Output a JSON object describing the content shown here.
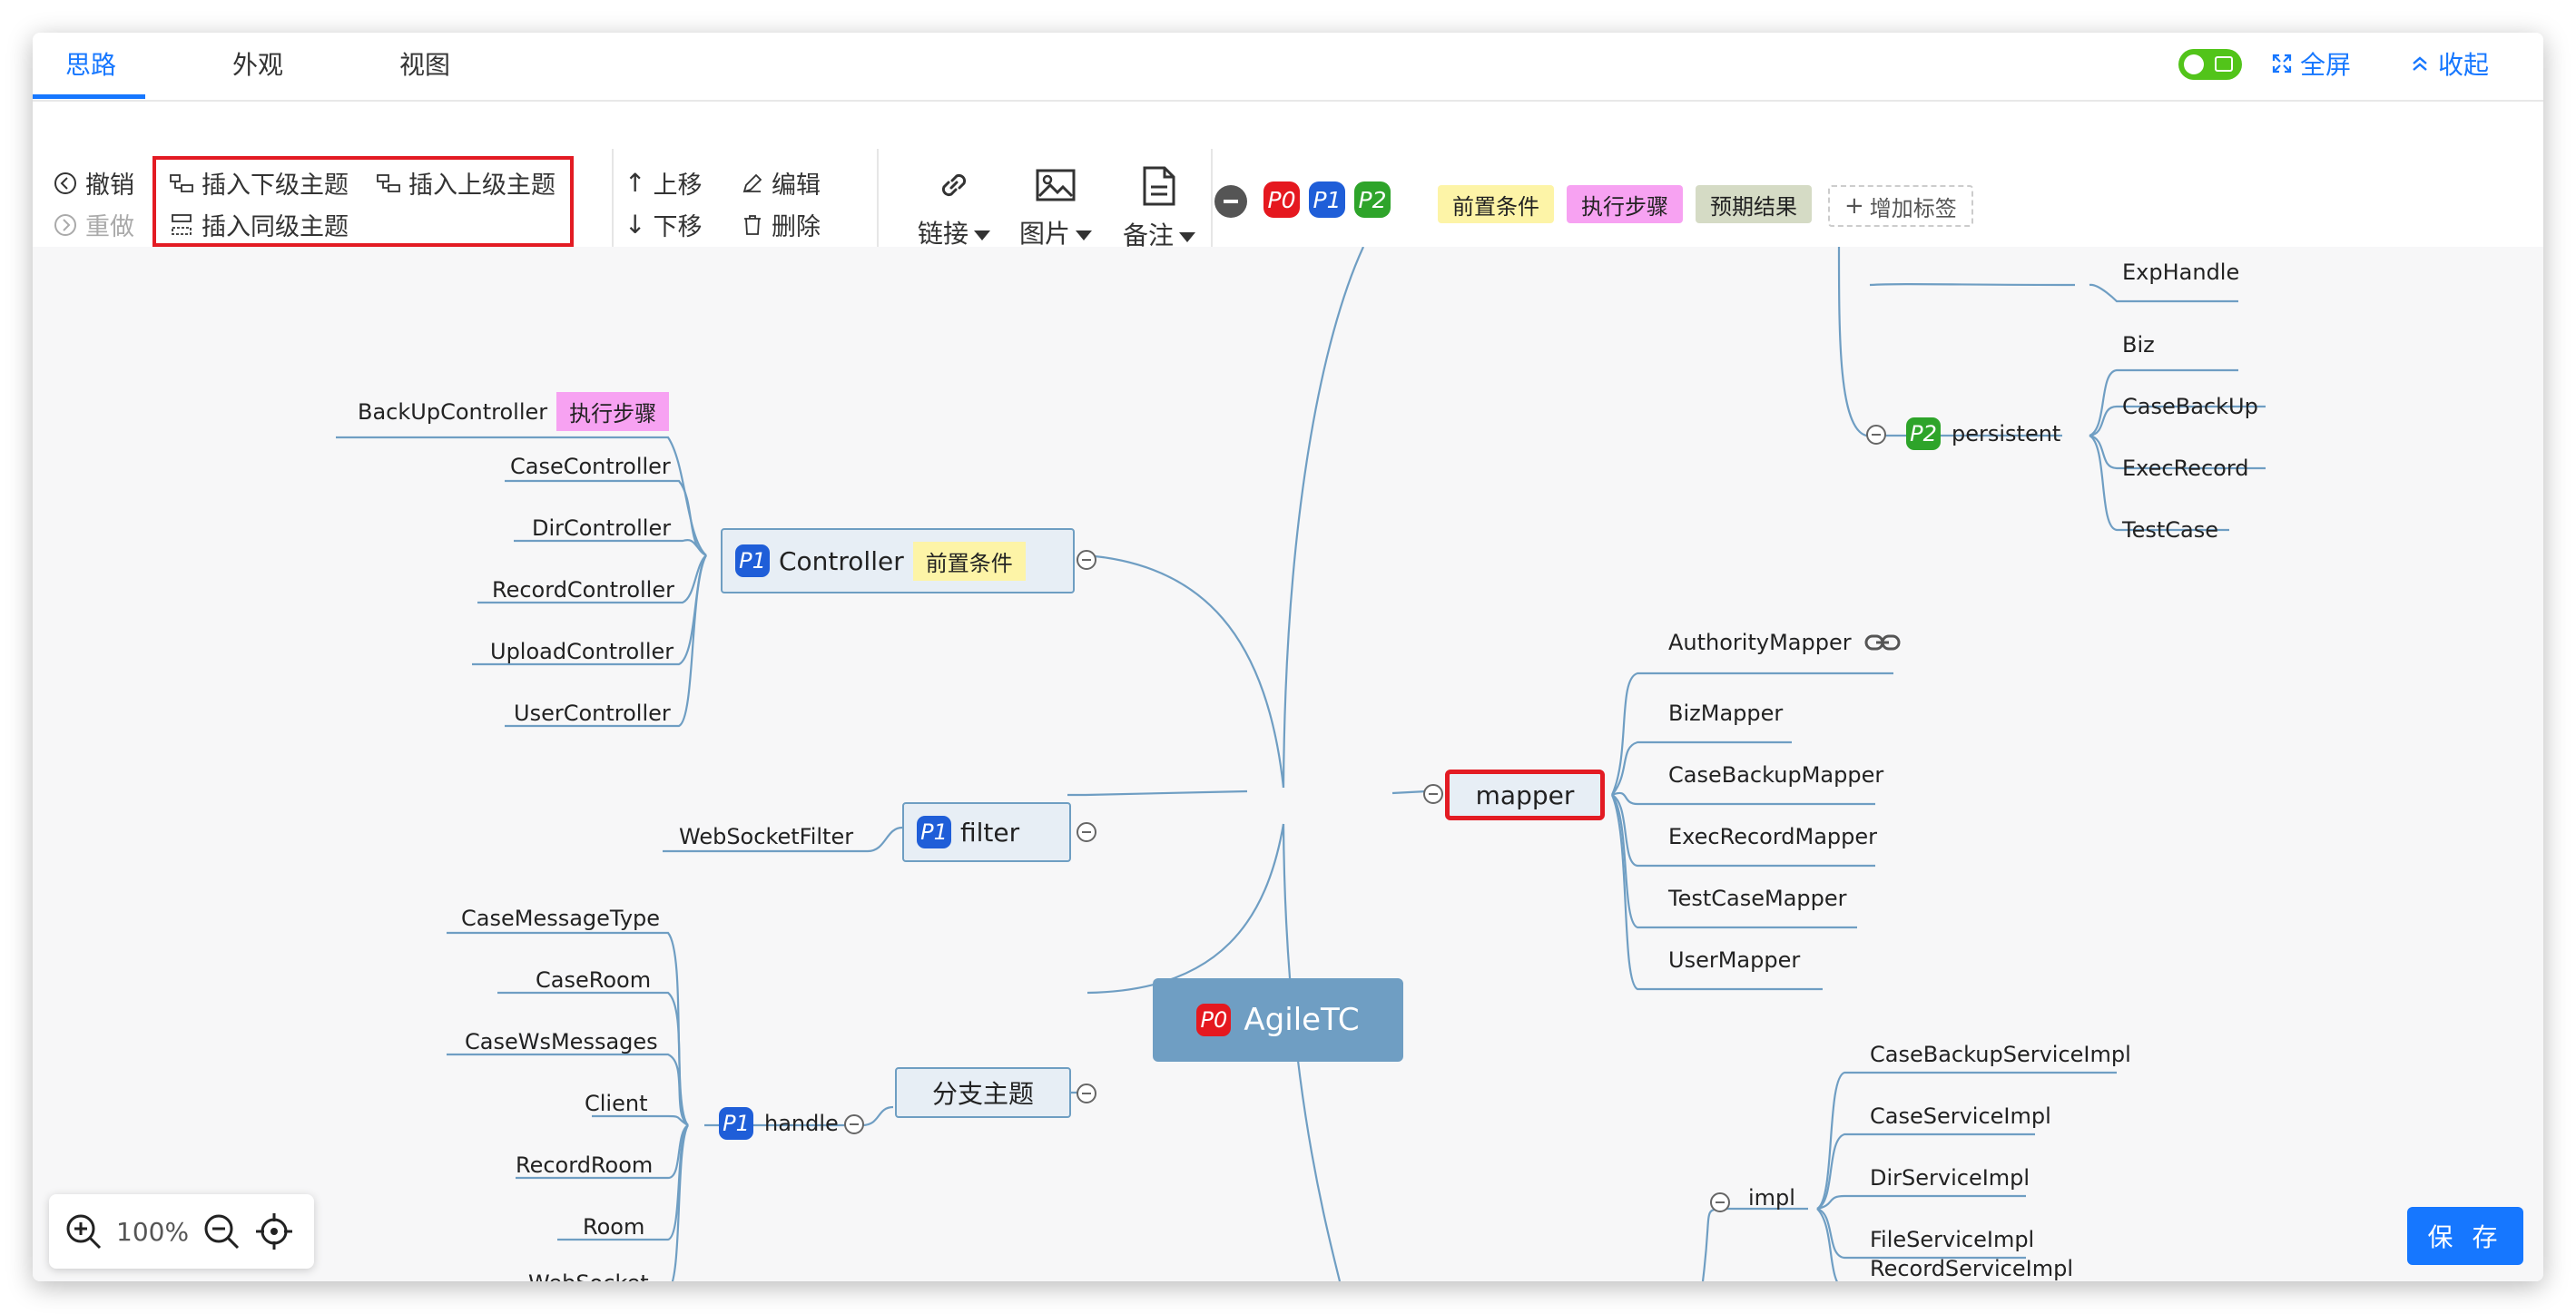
{
  "tabs": [
    {
      "label": "思路",
      "active": true
    },
    {
      "label": "外观",
      "active": false
    },
    {
      "label": "视图",
      "active": false
    }
  ],
  "header_right": {
    "fullscreen": "全屏",
    "collapse": "收起"
  },
  "toolbar": {
    "undo": "撤销",
    "redo": "重做",
    "insert_child": "插入下级主题",
    "insert_parent": "插入上级主题",
    "insert_sibling": "插入同级主题",
    "move_up": "上移",
    "move_down": "下移",
    "edit": "编辑",
    "delete": "删除",
    "link": "链接",
    "image": "图片",
    "note": "备注",
    "priorities": [
      "P0",
      "P1",
      "P2"
    ],
    "tags": [
      "前置条件",
      "执行步骤",
      "预期结果"
    ],
    "add_tag": "增加标签"
  },
  "colors": {
    "accent": "#1677ff",
    "p0": "#e5181f",
    "p1": "#1f5ed8",
    "p2": "#2ea42a",
    "tag_precondition": "#fdf4a7",
    "tag_steps": "#f7a2f2",
    "tag_expected": "#d5dbc5",
    "selection": "#e31b23"
  },
  "mindmap": {
    "root": {
      "priority": "P0",
      "label": "AgileTC"
    },
    "controller": {
      "priority": "P1",
      "label": "Controller",
      "tag": "前置条件",
      "children": [
        {
          "label": "BackUpController",
          "tag": "执行步骤"
        },
        {
          "label": "CaseController"
        },
        {
          "label": "DirController"
        },
        {
          "label": "RecordController"
        },
        {
          "label": "UploadController"
        },
        {
          "label": "UserController"
        }
      ]
    },
    "filter": {
      "priority": "P1",
      "label": "filter",
      "children": [
        {
          "label": "WebSocketFilter"
        }
      ]
    },
    "branch": {
      "label": "分支主题",
      "handle": {
        "priority": "P1",
        "label": "handle",
        "children": [
          {
            "label": "CaseMessageType"
          },
          {
            "label": "CaseRoom"
          },
          {
            "label": "CaseWsMessages"
          },
          {
            "label": "Client"
          },
          {
            "label": "RecordRoom"
          },
          {
            "label": "Room"
          },
          {
            "label": "WebSocket"
          }
        ]
      }
    },
    "top_right": {
      "exp_handle": "ExpHandle",
      "persistent": {
        "priority": "P2",
        "label": "persistent",
        "children": [
          "Biz",
          "CaseBackUp",
          "ExecRecord",
          "TestCase"
        ]
      }
    },
    "mapper": {
      "label": "mapper",
      "children": [
        {
          "label": "AuthorityMapper",
          "icon": "link-icon"
        },
        {
          "label": "BizMapper"
        },
        {
          "label": "CaseBackupMapper"
        },
        {
          "label": "ExecRecordMapper"
        },
        {
          "label": "TestCaseMapper"
        },
        {
          "label": "UserMapper"
        }
      ]
    },
    "impl": {
      "label": "impl",
      "children": [
        "CaseBackupServiceImpl",
        "CaseServiceImpl",
        "DirServiceImpl",
        "FileServiceImpl",
        "RecordServiceImpl"
      ]
    }
  },
  "zoom": {
    "level": "100%"
  },
  "save_label": "保 存"
}
